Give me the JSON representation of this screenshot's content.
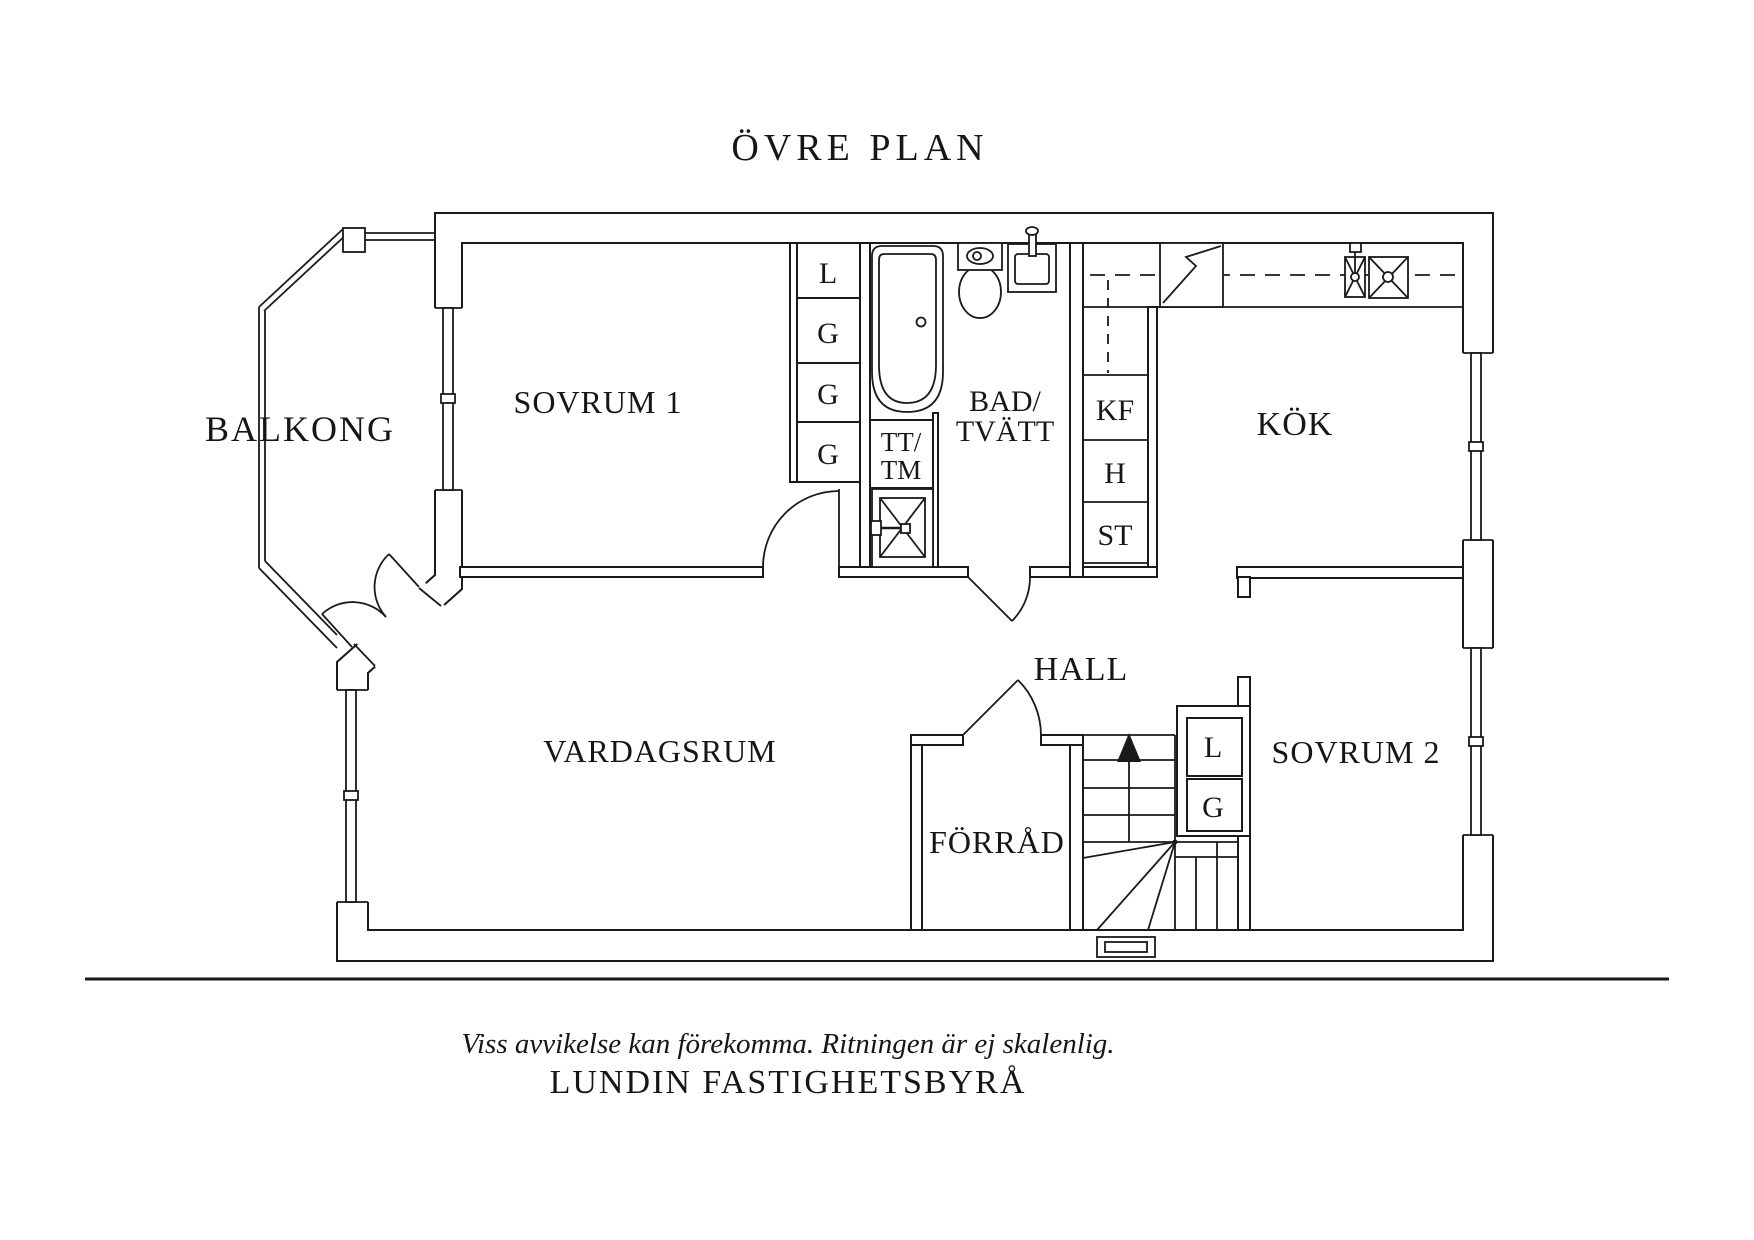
{
  "title": "ÖVRE PLAN",
  "rooms": {
    "balkong": "BALKONG",
    "sovrum1": "SOVRUM 1",
    "bad_line1": "BAD/",
    "bad_line2": "TVÄTT",
    "kok": "KÖK",
    "hall": "HALL",
    "vardagsrum": "VARDAGSRUM",
    "forrad": "FÖRRÅD",
    "sovrum2": "SOVRUM 2"
  },
  "storage_sovrum1": {
    "c1": "L",
    "c2": "G",
    "c3": "G",
    "c4": "G"
  },
  "utility_column": {
    "kf": "KF",
    "h": "H",
    "st": "ST"
  },
  "laundry": {
    "line1": "TT/",
    "line2": "TM"
  },
  "storage_sovrum2": {
    "c1": "L",
    "c2": "G"
  },
  "footer": {
    "note": "Viss avvikelse kan förekomma. Ritningen är ej skalenlig.",
    "brand": "LUNDIN FASTIGHETSBYRÅ"
  },
  "colors": {
    "line": "#1a1a1a",
    "background": "#ffffff"
  }
}
